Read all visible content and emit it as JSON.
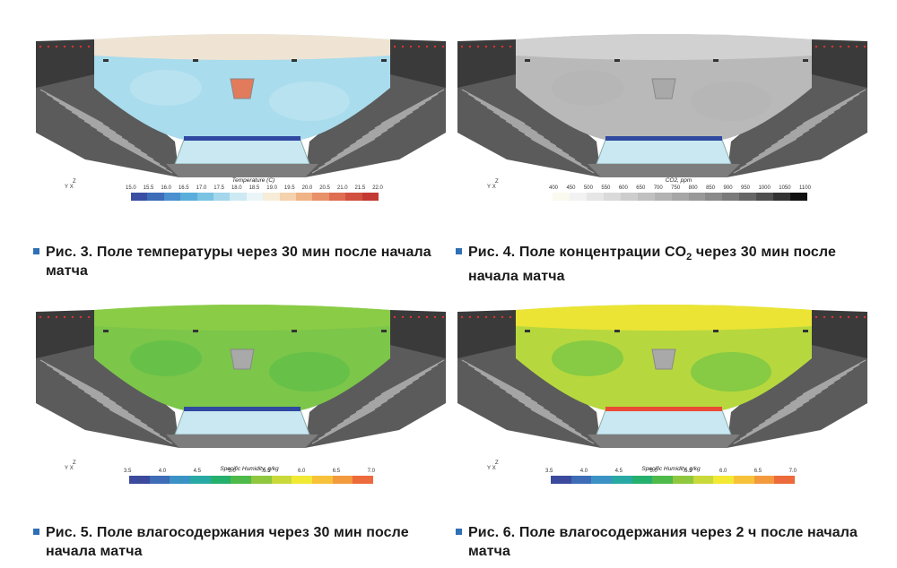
{
  "figures": [
    {
      "id": "fig3",
      "caption_line1": "Рис. 3. Поле температуры через 30 мин после начала",
      "caption_line2": "матча",
      "legend_title": "Temperature (C)",
      "ticks": [
        "15.0",
        "15.5",
        "16.0",
        "16.5",
        "17.0",
        "17.5",
        "18.0",
        "18.5",
        "19.0",
        "19.5",
        "20.0",
        "20.5",
        "21.0",
        "21.5",
        "22.0"
      ],
      "colors": [
        "#3a4fa3",
        "#3d6cb8",
        "#4a8fcf",
        "#5aaedb",
        "#7ac3e3",
        "#a4d7ec",
        "#cde9f3",
        "#eaf5f8",
        "#f7ecd8",
        "#f4d2ad",
        "#efb385",
        "#e8906a",
        "#de6d52",
        "#d2503f",
        "#c23a33"
      ],
      "fill_main": "#a9dced",
      "fill_top": "#f6e4cf"
    },
    {
      "id": "fig4",
      "caption_line1": "Рис. 4. Поле концентрации CO",
      "caption_sub": "2",
      "caption_line1_rest": " через 30 мин после",
      "caption_line2": "начала матча",
      "legend_title": "CO2, ppm",
      "ticks": [
        "400",
        "450",
        "500",
        "550",
        "600",
        "650",
        "700",
        "750",
        "800",
        "850",
        "900",
        "950",
        "1000",
        "1050",
        "1100"
      ],
      "colors": [
        "#fafaef",
        "#f2f2f2",
        "#e6e6e6",
        "#dadada",
        "#cdcdcd",
        "#c0c0c0",
        "#b3b3b3",
        "#a6a6a6",
        "#999999",
        "#8a8a8a",
        "#7a7a7a",
        "#666666",
        "#4f4f4f",
        "#333333",
        "#111111"
      ],
      "fill_main": "#b9b9b9",
      "fill_top": "#d4d4d4"
    },
    {
      "id": "fig5",
      "caption_line1": "Рис. 5. Поле влагосодержания через 30 мин после",
      "caption_line2": "начала матча",
      "legend_title": "Specific Humidity, g/kg",
      "ticks": [
        "3.5",
        "4.0",
        "4.5",
        "5.0",
        "5.5",
        "6.0",
        "6.5",
        "7.0"
      ],
      "colors": [
        "#3b4a9c",
        "#3e6cb6",
        "#3a93c4",
        "#28a9a3",
        "#25b06d",
        "#4dba4a",
        "#8fc83f",
        "#c9d93a",
        "#f2e934",
        "#f7c23a",
        "#f39a3d",
        "#ec6a3b"
      ],
      "fill_main": "#7cc64a",
      "fill_top": "#8ccc45"
    },
    {
      "id": "fig6",
      "caption_line1": "Рис. 6. Поле влагосодержания через 2 ч после начала",
      "caption_line2": "матча",
      "legend_title": "Specific Humidity, g/kg",
      "ticks": [
        "3.5",
        "4.0",
        "4.5",
        "5.0",
        "5.5",
        "6.0",
        "6.5",
        "7.0"
      ],
      "colors": [
        "#3b4a9c",
        "#3e6cb6",
        "#3a93c4",
        "#28a9a3",
        "#25b06d",
        "#4dba4a",
        "#8fc83f",
        "#c9d93a",
        "#f2e934",
        "#f7c23a",
        "#f39a3d",
        "#ec6a3b"
      ],
      "fill_main": "#b6d83e",
      "fill_top": "#f1e633"
    }
  ],
  "axis_labels": [
    "Z",
    "Y",
    "X"
  ]
}
